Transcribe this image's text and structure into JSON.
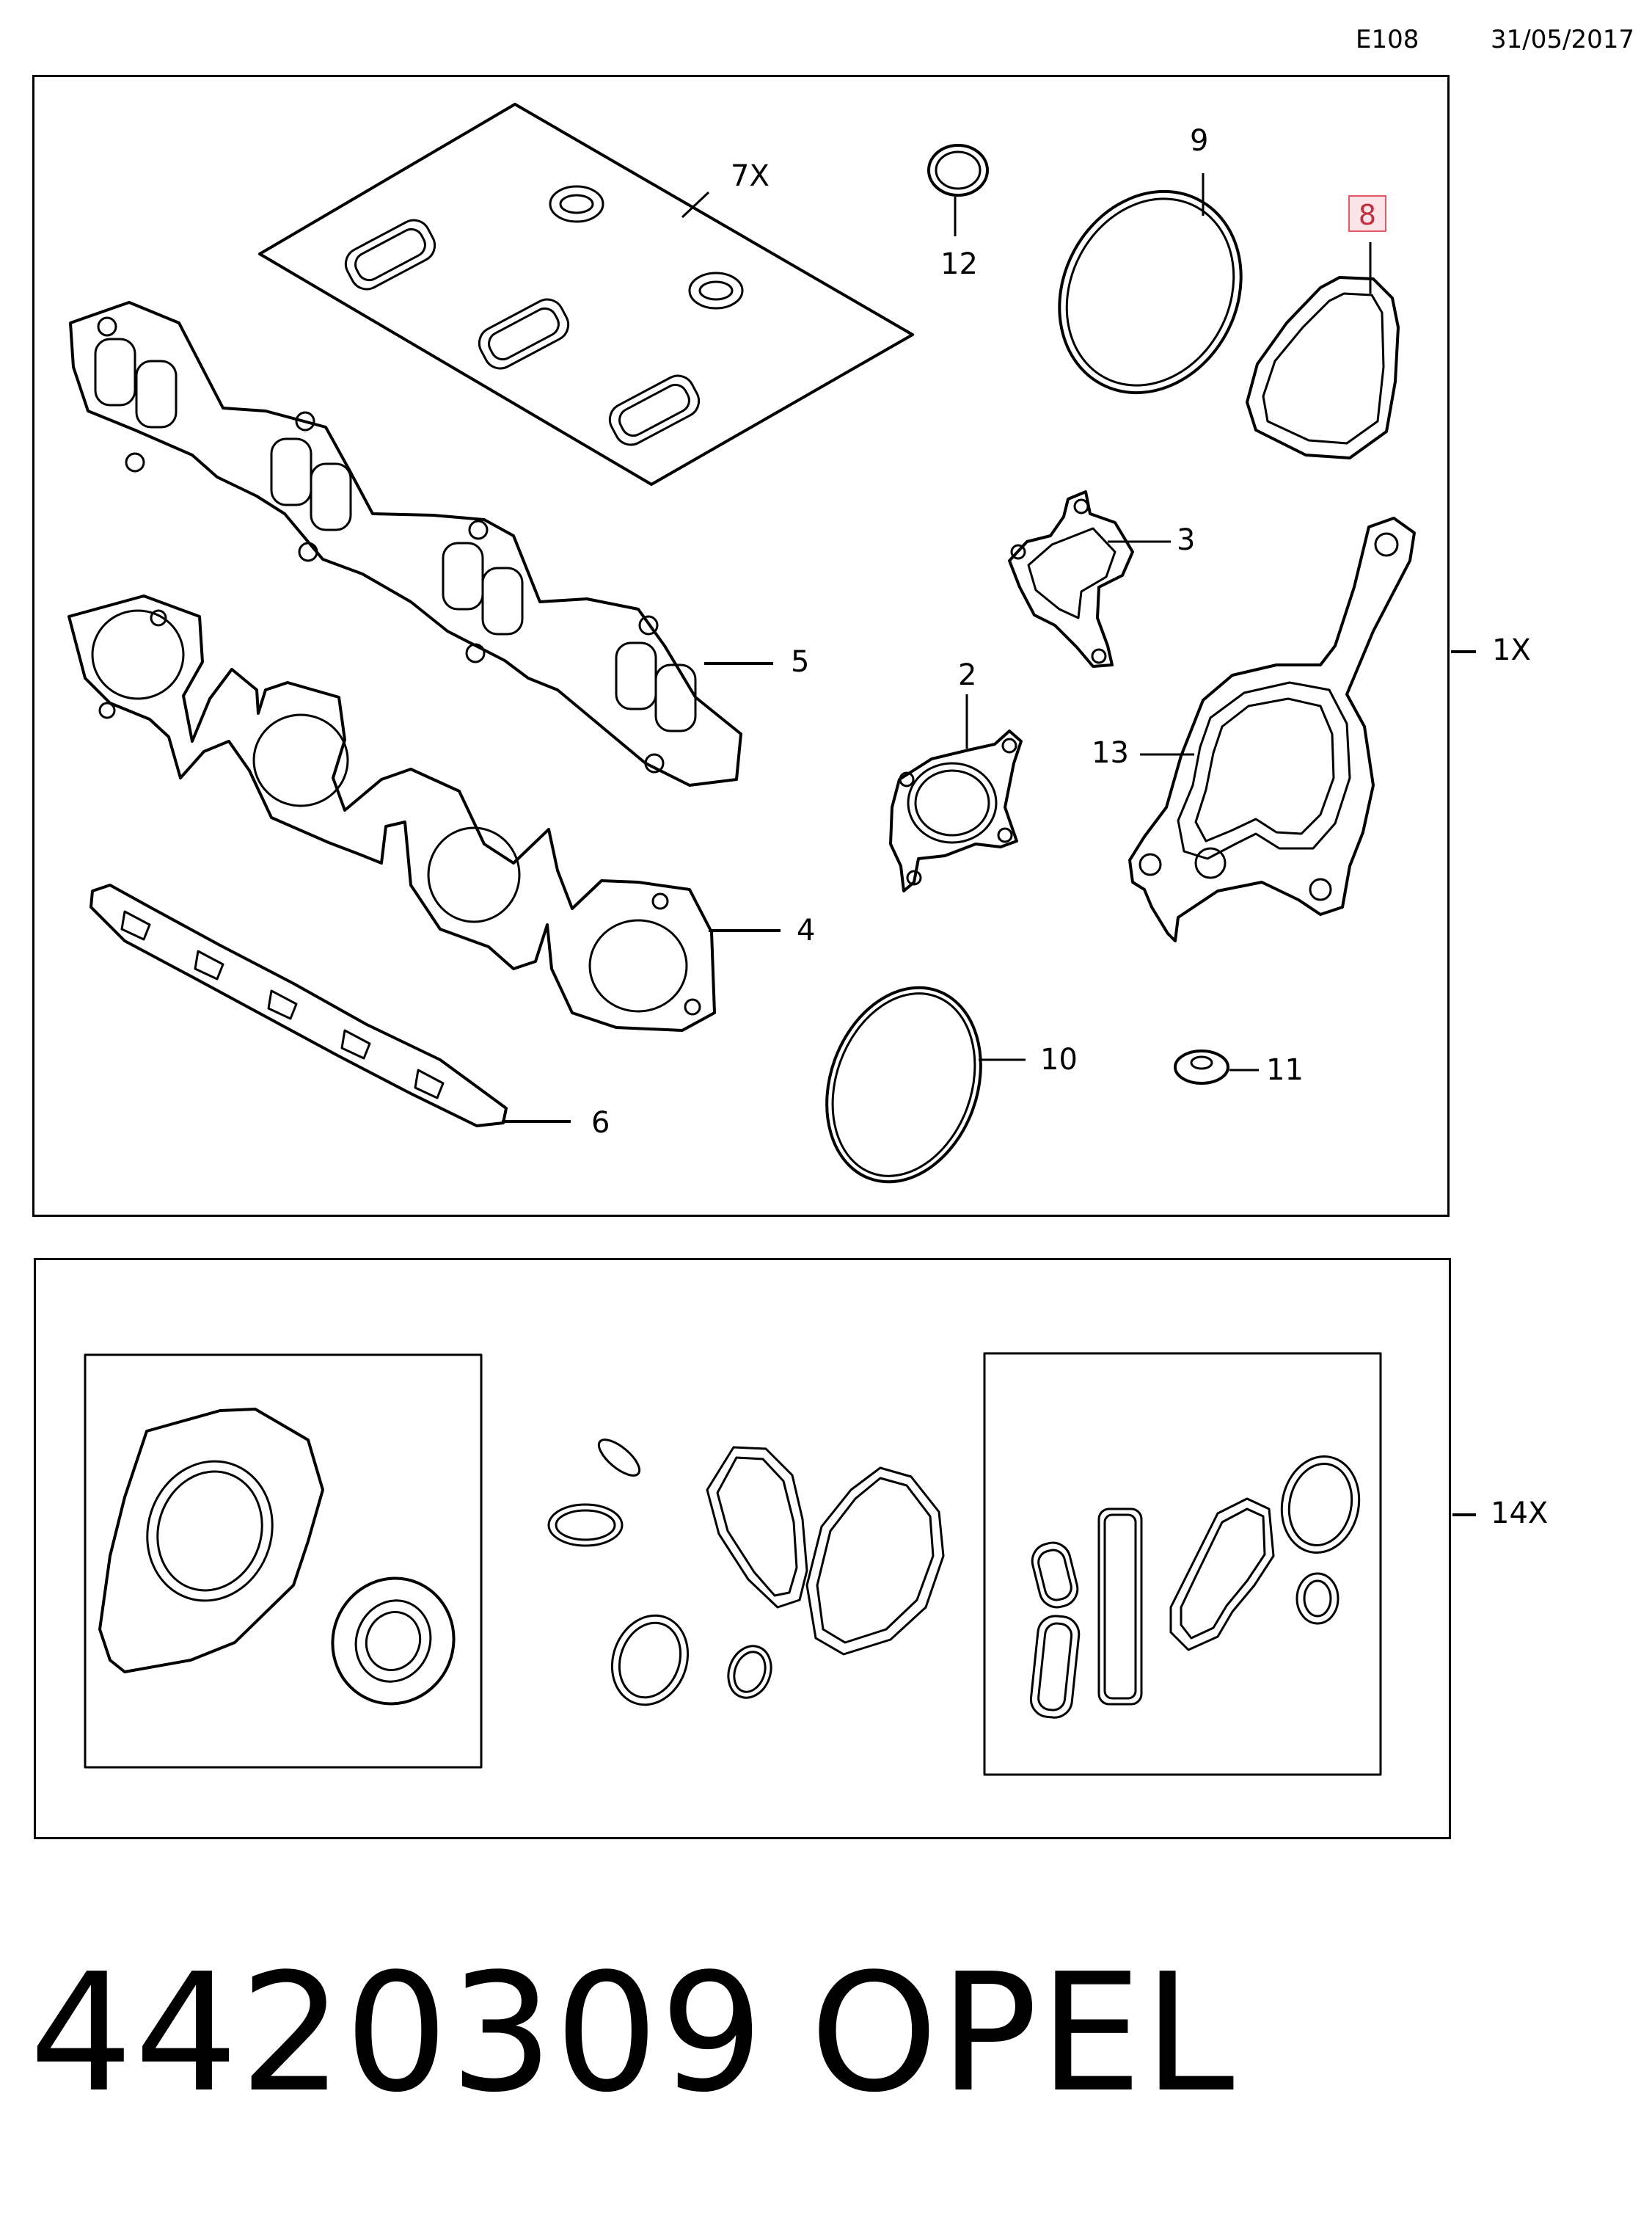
{
  "header": {
    "code": "E108",
    "date": "31/05/2017"
  },
  "callouts": {
    "c1": "1X",
    "c2": "2",
    "c3": "3",
    "c4": "4",
    "c5": "5",
    "c6": "6",
    "c7": "7X",
    "c8": "8",
    "c9": "9",
    "c10": "10",
    "c11": "11",
    "c12": "12",
    "c13": "13",
    "c14": "14X"
  },
  "footer": {
    "part_number": "4420309",
    "brand": "OPEL"
  },
  "colors": {
    "line": "#000000",
    "highlight_border": "#e05a6a",
    "highlight_fill": "#fbe4e7"
  }
}
